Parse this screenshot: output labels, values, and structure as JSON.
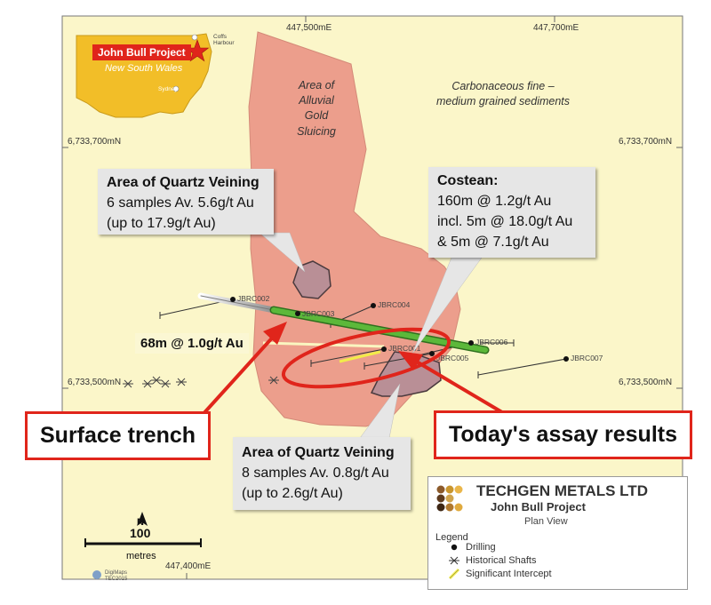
{
  "grid": {
    "easting_top_left": "447,500mE",
    "easting_top_right": "447,700mE",
    "easting_bottom": "447,400mE",
    "northing_upper_left": "6,733,700mN",
    "northing_upper_right": "6,733,700mN",
    "northing_lower_left": "6,733,500mN",
    "northing_lower_right": "6,733,500mN"
  },
  "inset": {
    "project": "John Bull Project",
    "state": "New South Wales",
    "city_north_line1": "Coffs",
    "city_north_line2": "Harbour",
    "city_south": "Sydney"
  },
  "geology": {
    "alluvial_line1": "Area of",
    "alluvial_line2": "Alluvial",
    "alluvial_line3": "Gold",
    "alluvial_line4": "Sluicing",
    "sediments_line1": "Carbonaceous fine –",
    "sediments_line2": "medium grained sediments"
  },
  "callouts": {
    "veining_north": {
      "title": "Area of Quartz Veining",
      "line1": "6 samples Av. 5.6g/t Au",
      "line2": "(up to 17.9g/t Au)"
    },
    "costean": {
      "title": "Costean:",
      "line1": "160m @ 1.2g/t Au",
      "line2": "incl. 5m @ 18.0g/t Au",
      "line3": "& 5m @ 7.1g/t Au"
    },
    "veining_south": {
      "title": "Area of Quartz Veining",
      "line1": "8 samples Av. 0.8g/t Au",
      "line2": "(up to 2.6g/t Au)"
    },
    "intercept": "68m @ 1.0g/t Au",
    "surface_trench": "Surface trench",
    "assay_results": "Today's assay results"
  },
  "drillholes": [
    "JBRC002",
    "JBRC003",
    "JBRC004",
    "JBRC001",
    "JBRC005",
    "JBRC006",
    "JBRC007"
  ],
  "scale": {
    "north": "N",
    "value": "100",
    "unit": "metres"
  },
  "credit": {
    "line1": "DigiMaps",
    "line2": "TEC2015"
  },
  "legend": {
    "company": "TECHGEN METALS LTD",
    "project": "John Bull Project",
    "view": "Plan View",
    "heading": "Legend",
    "items": [
      "Drilling",
      "Historical Shafts",
      "Significant Intercept"
    ]
  },
  "colors": {
    "map_background": "#fbf6c9",
    "alluvial_area": "#ec9e8c",
    "quartz_veining": "#b98f96",
    "costean_trench": "#4fa832",
    "highlight_red": "#e0251b",
    "callout_grey": "#e6e6e6",
    "intercept_yellow": "#f2ec4a"
  }
}
